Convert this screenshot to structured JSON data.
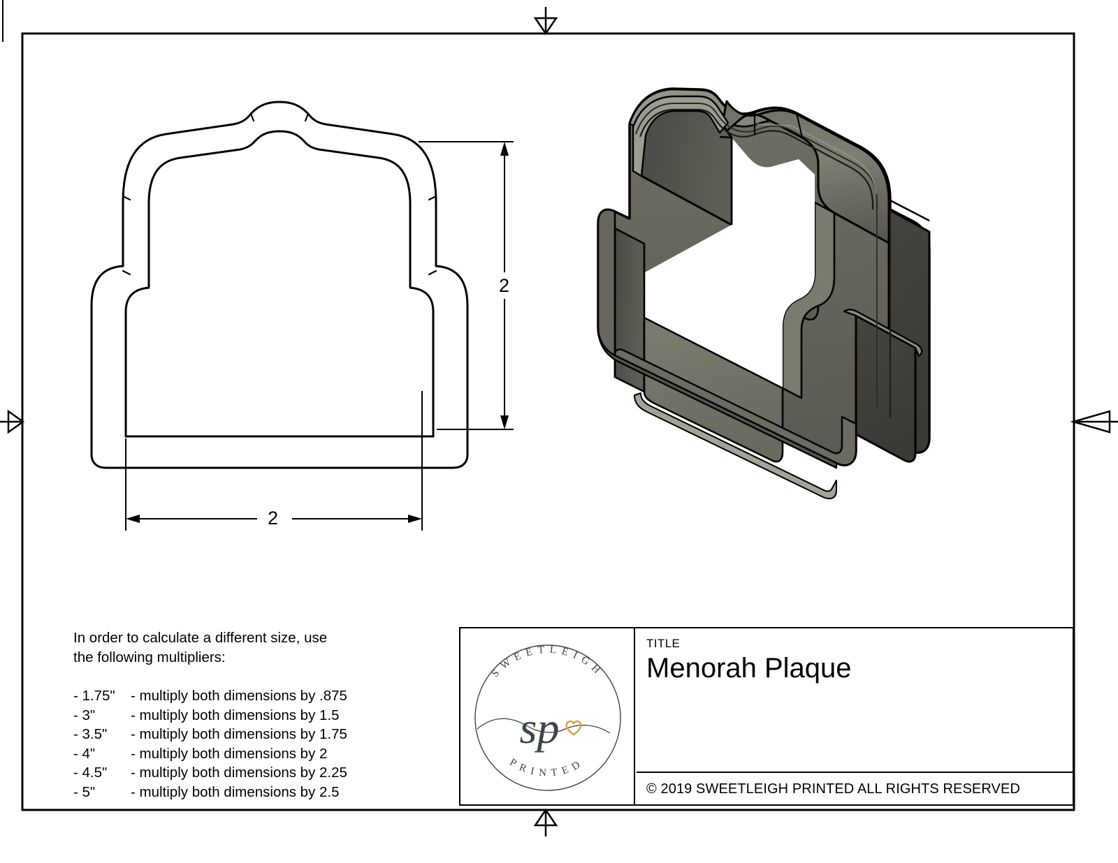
{
  "sheet": {
    "background_color": "#ffffff",
    "line_color": "#000000",
    "border_markers": [
      {
        "name": "top-center-marker",
        "direction": "down"
      },
      {
        "name": "bottom-center-marker",
        "direction": "up"
      },
      {
        "name": "left-center-marker",
        "direction": "right"
      },
      {
        "name": "right-center-marker",
        "direction": "left"
      }
    ]
  },
  "drawing": {
    "view_2d": {
      "name": "menorah-plaque-outline",
      "description": "Top view outline of plaque shaped cookie cutter"
    },
    "view_3d": {
      "name": "menorah-plaque-isometric",
      "description": "Isometric shaded render of the cookie cutter",
      "fill_light": "#8a8a80",
      "fill_mid": "#6d6d63",
      "fill_dark": "#55554d",
      "fill_darkest": "#3b3b35",
      "edge_color": "#000000"
    },
    "dimensions": {
      "vertical": {
        "label": "2",
        "unit": "in"
      },
      "horizontal": {
        "label": "2",
        "unit": "in"
      }
    }
  },
  "notes": {
    "intro": "In order to calculate a different size, use\nthe following multipliers:",
    "multipliers": [
      {
        "size": "- 1.75\"",
        "text": "- multiply both dimensions by .875"
      },
      {
        "size": "- 3\"",
        "text": "- multiply both dimensions by 1.5"
      },
      {
        "size": "- 3.5\"",
        "text": "- multiply both dimensions by 1.75"
      },
      {
        "size": "- 4\"",
        "text": "- multiply both dimensions by 2"
      },
      {
        "size": "- 4.5\"",
        "text": "- multiply both dimensions by 2.25"
      },
      {
        "size": "- 5\"",
        "text": "- multiply both dimensions by 2.5"
      }
    ]
  },
  "title_block": {
    "title_label": "TITLE",
    "title_value": "Menorah Plaque",
    "copyright": "© 2019  SWEETLEIGH PRINTED  ALL RIGHTS RESERVED",
    "logo": {
      "name": "sweetleigh-printed-logo",
      "top_text": "SWEETLEIGH",
      "bottom_text": "PRINTED",
      "monogram": "sp",
      "heart_color": "#d4a843",
      "ink_color": "#3f434a"
    }
  }
}
